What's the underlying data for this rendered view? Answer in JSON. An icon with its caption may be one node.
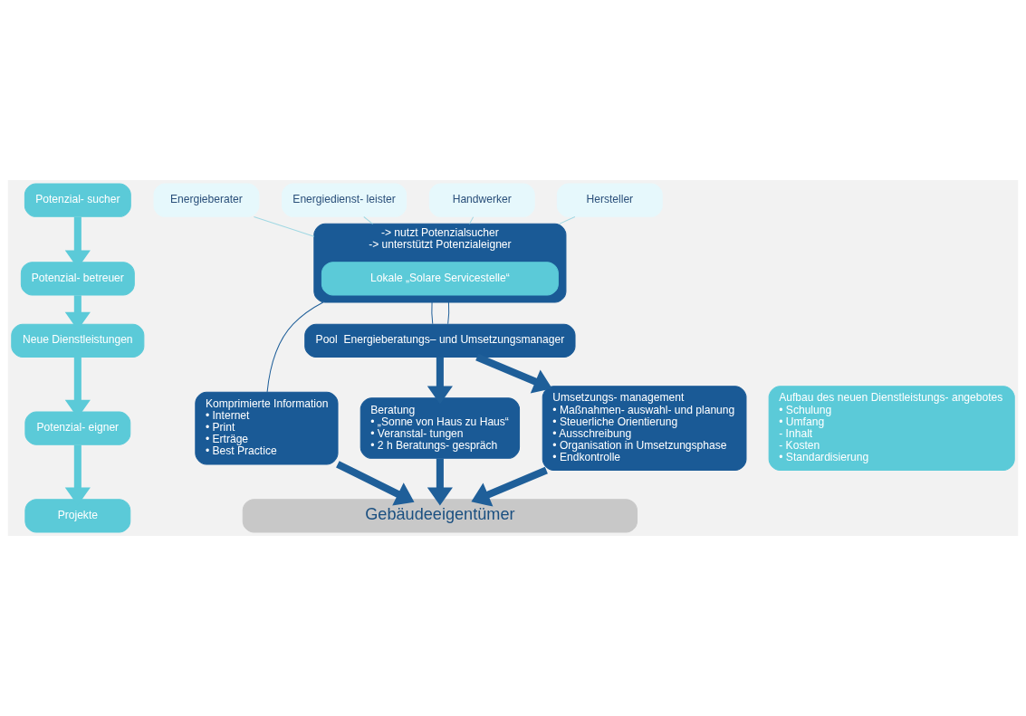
{
  "diagram": {
    "nodes": [
      {
        "text": [
          "Potenzial- sucher"
        ]
      },
      {
        "text": [
          "Potenzial- betreuer"
        ]
      },
      {
        "text": [
          "Neue Dienstleistungen"
        ]
      },
      {
        "text": [
          "Potenzial- eigner"
        ]
      },
      {
        "text": [
          "Projekte"
        ]
      },
      {
        "text": [
          "Energieberater"
        ]
      },
      {
        "text": [
          "Energiedienst- leister"
        ]
      },
      {
        "text": [
          "Handwerker"
        ]
      },
      {
        "text": [
          "Hersteller"
        ]
      },
      {
        "text": [
          "-> nutzt Potenzialsucher",
          "-> unterstützt Potenzialeigner"
        ]
      },
      {
        "text": [
          "Lokale „Solare Servicestelle“"
        ],
        "in": 9
      },
      {
        "text": [
          "Pool  Energieberatungs– und Umsetzungsmanager"
        ]
      },
      {
        "text": [
          "Komprimierte Information",
          "• Internet",
          "• Print",
          "• Erträge",
          "• Best Practice"
        ]
      },
      {
        "text": [
          "Beratung",
          "• „Sonne von Haus zu Haus“",
          "• Veranstal- tungen",
          "• 2 h Beratungs- gespräch"
        ]
      },
      {
        "text": [
          "Umsetzungs- management",
          "• Maßnahmen- auswahl- und planung",
          "• Steuerliche Orientierung",
          "• Ausschreibung",
          "• Organisation in Umsetzungsphase",
          "• Endkontrolle"
        ]
      },
      {
        "text": [
          "Gebäudeeigentümer"
        ]
      },
      {
        "text": [
          "Aufbau des neuen Dienstleistungs- angebotes",
          "• Schulung",
          "• Umfang",
          "- Inhalt",
          "- Kosten",
          "• Standardisierung"
        ]
      }
    ],
    "edges": [
      {
        "from": 0,
        "to": 1,
        "arrow": "to",
        "color": "#5bcad8"
      },
      {
        "from": 1,
        "to": 2,
        "arrow": "to",
        "color": "#5bcad8"
      },
      {
        "from": 2,
        "to": 3,
        "arrow": "to",
        "color": "#5bcad8"
      },
      {
        "from": 3,
        "to": 4,
        "arrow": "to",
        "color": "#5bcad8"
      },
      {
        "from": 5,
        "to": 9,
        "arrow": "none",
        "color": "#9fd8e3"
      },
      {
        "from": 6,
        "to": 9,
        "arrow": "none",
        "color": "#9fd8e3"
      },
      {
        "from": 7,
        "to": 9,
        "arrow": "none",
        "color": "#9fd8e3"
      },
      {
        "from": 8,
        "to": 9,
        "arrow": "none",
        "color": "#9fd8e3"
      },
      {
        "from": 9,
        "to": 11,
        "arrow": "none"
      },
      {
        "from": 9,
        "to": 11,
        "arrow": "none"
      },
      {
        "from": 9,
        "to": 12,
        "arrow": "none"
      },
      {
        "from": 11,
        "to": 13,
        "arrow": "to"
      },
      {
        "from": 11,
        "to": 14,
        "arrow": "to"
      },
      {
        "from": 12,
        "to": 15,
        "arrow": "to"
      },
      {
        "from": 13,
        "to": 15,
        "arrow": "to"
      },
      {
        "from": 14,
        "to": 15,
        "arrow": "to"
      }
    ]
  }
}
